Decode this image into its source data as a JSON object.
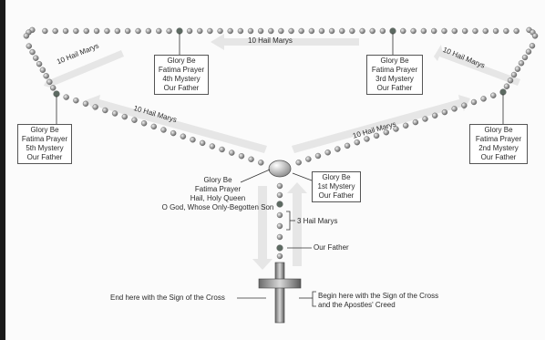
{
  "arrow_labels": {
    "top": "10 Hail Marys",
    "upper_left": "10 Hail Marys",
    "upper_right": "10 Hail Marys",
    "lower_left": "10 Hail Marys",
    "lower_right": "10 Hail Marys"
  },
  "boxes": {
    "top_left": [
      "Glory Be",
      "Fatima Prayer",
      "4th Mystery",
      "Our Father"
    ],
    "top_right": [
      "Glory Be",
      "Fatima Prayer",
      "3rd Mystery",
      "Our Father"
    ],
    "left": [
      "Glory Be",
      "Fatima Prayer",
      "5th Mystery",
      "Our Father"
    ],
    "right": [
      "Glory Be",
      "Fatima Prayer",
      "2nd Mystery",
      "Our Father"
    ],
    "center_left": [
      "Glory Be",
      "Fatima Prayer",
      "Hail, Holy Queen",
      "O God, Whose Only-Begotten Son"
    ],
    "center_right": [
      "Glory Be",
      "1st Mystery",
      "Our Father"
    ]
  },
  "pendant_labels": {
    "hail_marys": "3 Hail Marys",
    "our_father": "Our Father",
    "end_text": "End here with the Sign of the Cross",
    "begin_text": [
      "Begin here with the Sign of the Cross",
      "and the Apostles' Creed"
    ]
  }
}
